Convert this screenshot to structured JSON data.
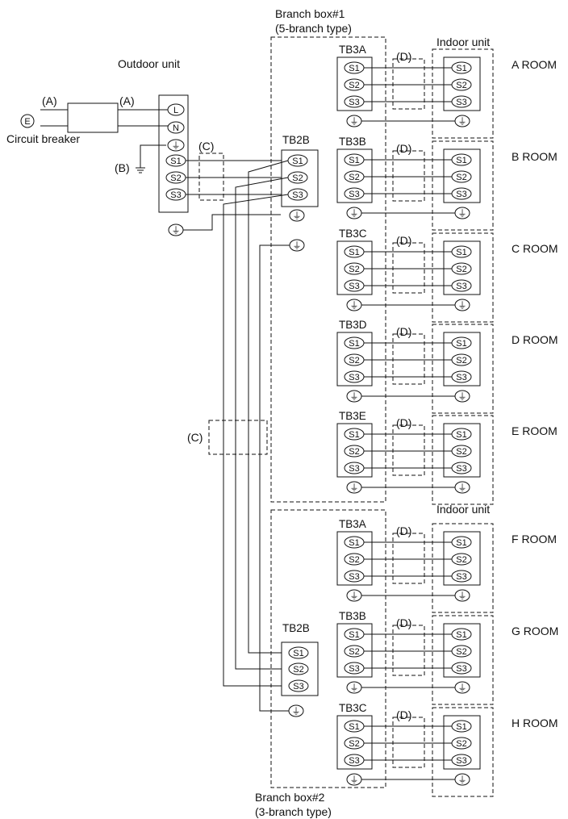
{
  "branch_box_1": {
    "title": "Branch box#1",
    "subtitle": "(5-branch type)",
    "terminal_label": "TB2B"
  },
  "branch_box_2": {
    "title": "Branch box#2",
    "subtitle": "(3-branch type)",
    "terminal_label": "TB2B"
  },
  "outdoor_unit": {
    "title": "Outdoor unit",
    "terminals": [
      "L",
      "N",
      "S1",
      "S2",
      "S3"
    ]
  },
  "power_supply": {
    "source_symbol": "E",
    "breaker_label": "Circuit breaker",
    "wire_label": "(A)",
    "ground_label": "(B)"
  },
  "wire_labels": {
    "outdoor_to_branch": "(C)",
    "branch_to_indoor": "(D)"
  },
  "indoor_unit_label": "Indoor unit",
  "signal_terminals": [
    "S1",
    "S2",
    "S3"
  ],
  "ground_symbol": "⏚",
  "rooms": [
    {
      "terminal_block": "TB3A",
      "room": "A ROOM"
    },
    {
      "terminal_block": "TB3B",
      "room": "B ROOM"
    },
    {
      "terminal_block": "TB3C",
      "room": "C ROOM"
    },
    {
      "terminal_block": "TB3D",
      "room": "D ROOM"
    },
    {
      "terminal_block": "TB3E",
      "room": "E ROOM"
    },
    {
      "terminal_block": "TB3A",
      "room": "F ROOM"
    },
    {
      "terminal_block": "TB3B",
      "room": "G ROOM"
    },
    {
      "terminal_block": "TB3C",
      "room": "H ROOM"
    }
  ]
}
